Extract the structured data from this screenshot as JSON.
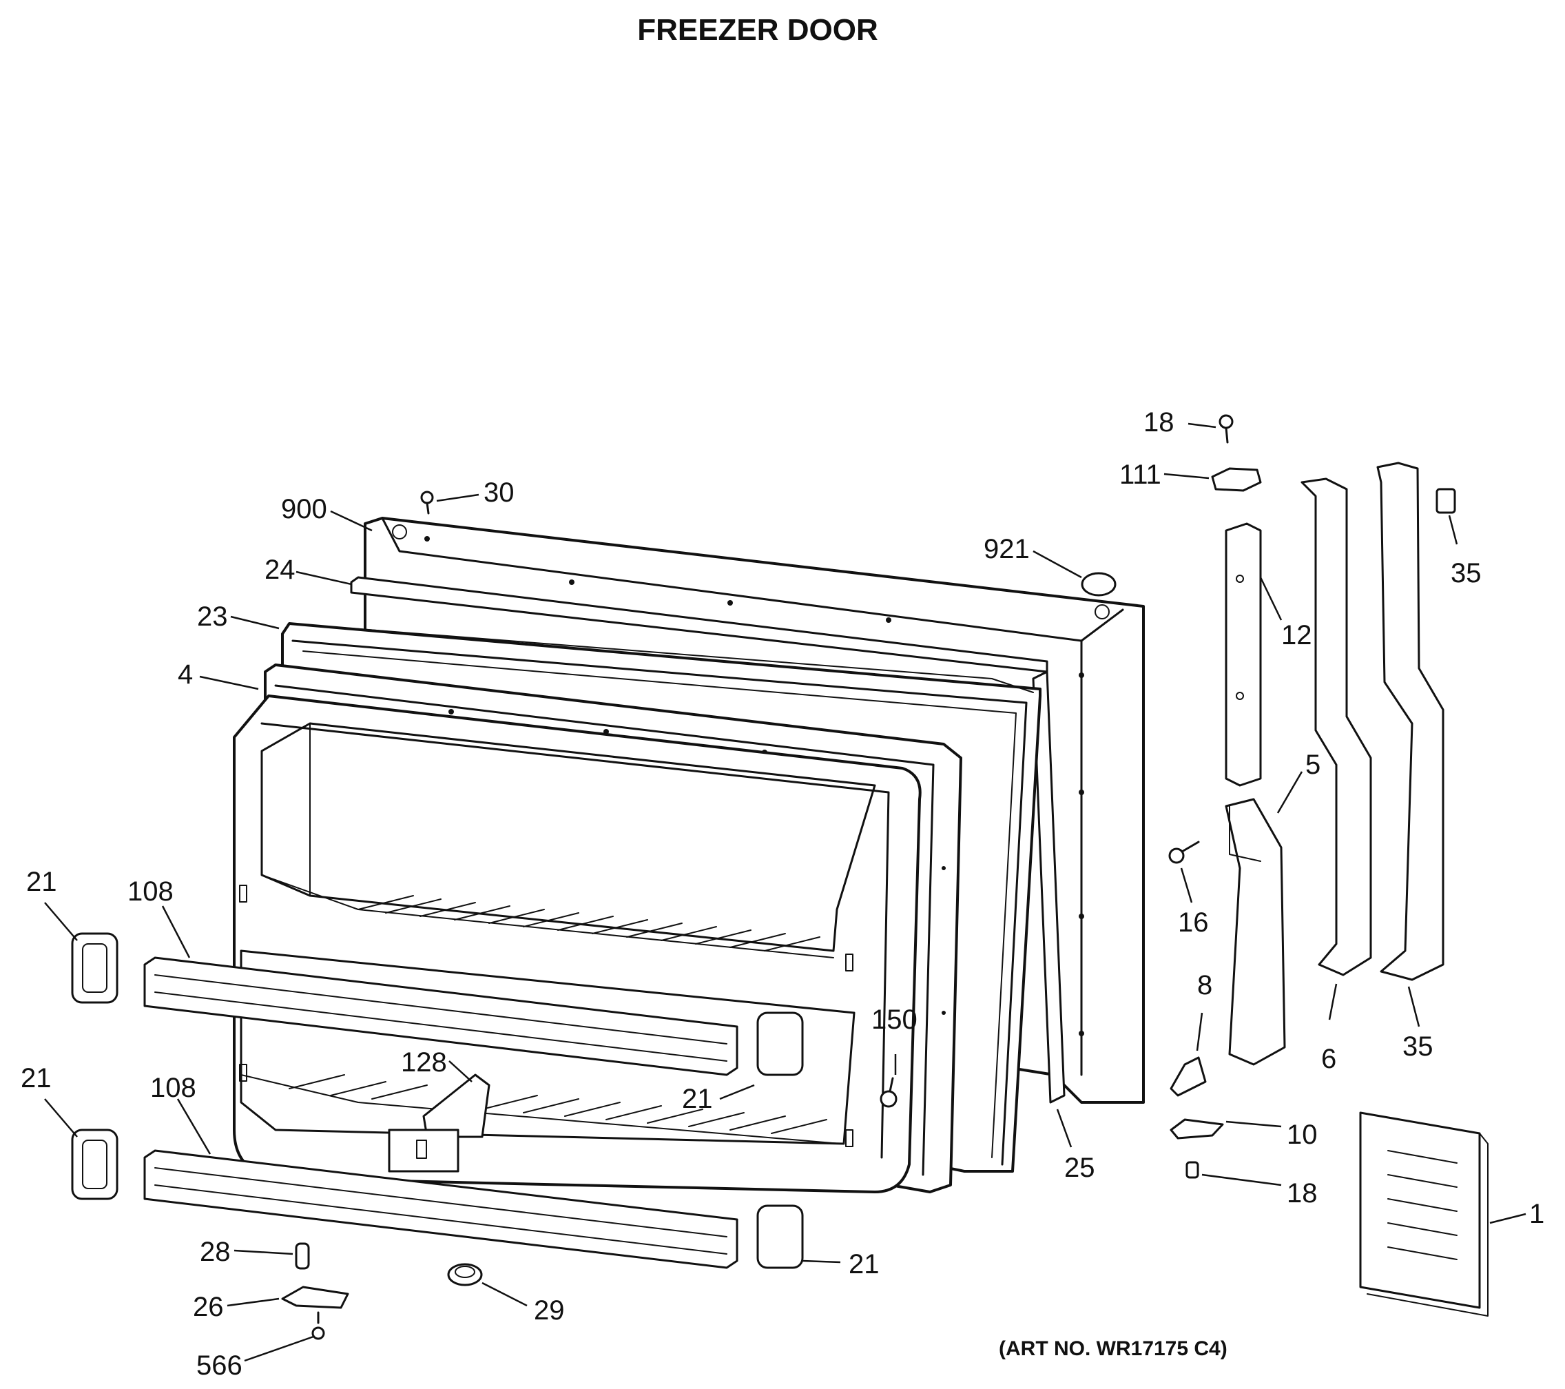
{
  "title": "FREEZER DOOR",
  "art_number": "(ART NO. WR17175 C4)",
  "callouts": [
    {
      "id": "c900",
      "label": "900"
    },
    {
      "id": "c30",
      "label": "30"
    },
    {
      "id": "c24",
      "label": "24"
    },
    {
      "id": "c23",
      "label": "23"
    },
    {
      "id": "c4",
      "label": "4"
    },
    {
      "id": "c921",
      "label": "921"
    },
    {
      "id": "c18a",
      "label": "18"
    },
    {
      "id": "c111",
      "label": "111"
    },
    {
      "id": "c12",
      "label": "12"
    },
    {
      "id": "c35a",
      "label": "35"
    },
    {
      "id": "c5",
      "label": "5"
    },
    {
      "id": "c16",
      "label": "16"
    },
    {
      "id": "c8",
      "label": "8"
    },
    {
      "id": "c10",
      "label": "10"
    },
    {
      "id": "c18b",
      "label": "18"
    },
    {
      "id": "c6",
      "label": "6"
    },
    {
      "id": "c35b",
      "label": "35"
    },
    {
      "id": "c1",
      "label": "1"
    },
    {
      "id": "c25",
      "label": "25"
    },
    {
      "id": "c150",
      "label": "150"
    },
    {
      "id": "c21a",
      "label": "21"
    },
    {
      "id": "c108a",
      "label": "108"
    },
    {
      "id": "c21b",
      "label": "21"
    },
    {
      "id": "c108b",
      "label": "108"
    },
    {
      "id": "c128",
      "label": "128"
    },
    {
      "id": "c21c",
      "label": "21"
    },
    {
      "id": "c21d",
      "label": "21"
    },
    {
      "id": "c28",
      "label": "28"
    },
    {
      "id": "c26",
      "label": "26"
    },
    {
      "id": "c29",
      "label": "29"
    },
    {
      "id": "c566",
      "label": "566"
    }
  ]
}
